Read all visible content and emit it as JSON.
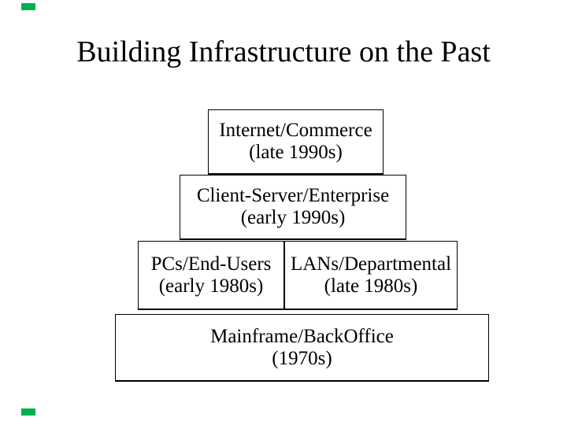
{
  "slide": {
    "title": "Building Infrastructure on the Past",
    "layers": [
      {
        "label": "Internet/Commerce",
        "era": "(late 1990s)"
      },
      {
        "label": "Client-Server/Enterprise",
        "era": "(early 1990s)"
      },
      {
        "label": "PCs/End-Users",
        "era": "(early 1980s)"
      },
      {
        "label": "LANs/Departmental",
        "era": "(late 1980s)"
      },
      {
        "label": "Mainframe/BackOffice",
        "era": "(1970s)"
      }
    ],
    "colors": {
      "background": "#FFFFFF",
      "text": "#000000",
      "box_border": "#000000",
      "corner_mark": "#00B050"
    }
  }
}
